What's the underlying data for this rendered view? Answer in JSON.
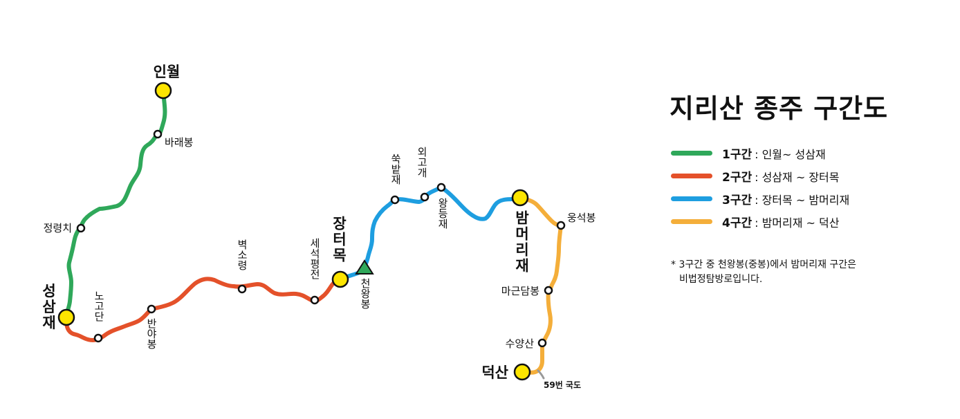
{
  "title": "지리산 종주 구간도",
  "legend": [
    {
      "section": "1구간",
      "range": ": 인월~ 성삼재",
      "color": "#2fa85a"
    },
    {
      "section": "2구간",
      "range": ": 성삼재 ~ 장터목",
      "color": "#e4512a"
    },
    {
      "section": "3구간",
      "range": ": 장터목 ~ 밤머리재",
      "color": "#1e9ee0"
    },
    {
      "section": "4구간",
      "range": ": 밤머리재 ~ 덕산",
      "color": "#f4ae3a"
    }
  ],
  "note": {
    "line1": "* 3구간 중 천왕봉(중봉)에서 밤머리재 구간은",
    "line2": "비법정탐방로입니다."
  },
  "major_places": {
    "inwol": "인월",
    "seongsamjae": "성삼재",
    "jangteomok": "장터목",
    "bammeorijae": "밤머리재",
    "deoksan": "덕산"
  },
  "waypoints": {
    "baraebong": "바래봉",
    "jeongnyeongchi": "정령치",
    "nogodan": "노고단",
    "banyabong": "반야봉",
    "byeoksoryeong": "벽소령",
    "sesekpyeongjeon": "세석평전",
    "cheonwangbong": "천왕봉",
    "ssukbatjae": "쑥밭재",
    "oegogae": "외고개",
    "wangdeungjae": "왕등재",
    "ungseokbong": "웅석봉",
    "magendambong": "마근담봉",
    "suyangsan": "수양산"
  },
  "road_label": "59번 국도",
  "colors": {
    "major_marker": "#fde500",
    "summit_marker": "#2fa85a"
  }
}
